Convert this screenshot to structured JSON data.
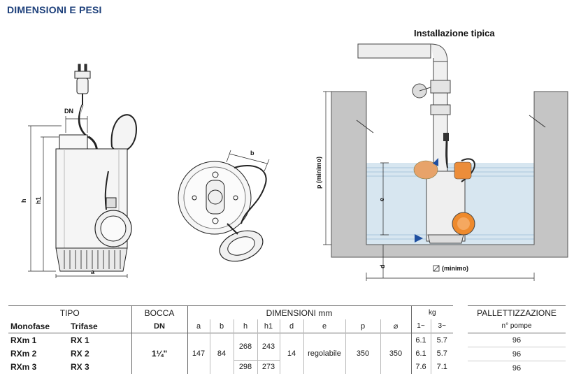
{
  "page_title": "DIMENSIONI E PESI",
  "install_title": "Installazione tipica",
  "labels": {
    "dn": "DN",
    "h": "h",
    "h1": "h1",
    "a": "a",
    "b": "b",
    "p": "p (minimo)",
    "e": "e",
    "d": "d",
    "sq": "(minimo)"
  },
  "table": {
    "h_tipo": "TIPO",
    "h_bocca": "BOCCA",
    "h_dim": "DIMENSIONI mm",
    "h_kg": "kg",
    "h_monofase": "Monofase",
    "h_trifase": "Trifase",
    "h_dn": "DN",
    "col_a": "a",
    "col_b": "b",
    "col_h": "h",
    "col_h1": "h1",
    "col_d": "d",
    "col_e": "e",
    "col_p": "p",
    "col_sq": "⌀",
    "col_1": "1~",
    "col_3": "3~",
    "bocca": "1¼\"",
    "a": "147",
    "b": "84",
    "d": "14",
    "e": "regolabile",
    "p": "350",
    "sq": "350",
    "rows": [
      {
        "mono": "RXm 1",
        "tri": "RX 1",
        "h": "268",
        "h1": "243",
        "kg1": "6.1",
        "kg3": "5.7"
      },
      {
        "mono": "RXm 2",
        "tri": "RX 2",
        "h": "",
        "h1": "",
        "kg1": "6.1",
        "kg3": "5.7"
      },
      {
        "mono": "RXm 3",
        "tri": "RX 3",
        "h": "298",
        "h1": "273",
        "kg1": "7.6",
        "kg3": "7.1"
      }
    ]
  },
  "pallet": {
    "header": "PALLETTIZZAZIONE",
    "sub": "n° pompe",
    "values": [
      "96",
      "96",
      "96"
    ]
  }
}
